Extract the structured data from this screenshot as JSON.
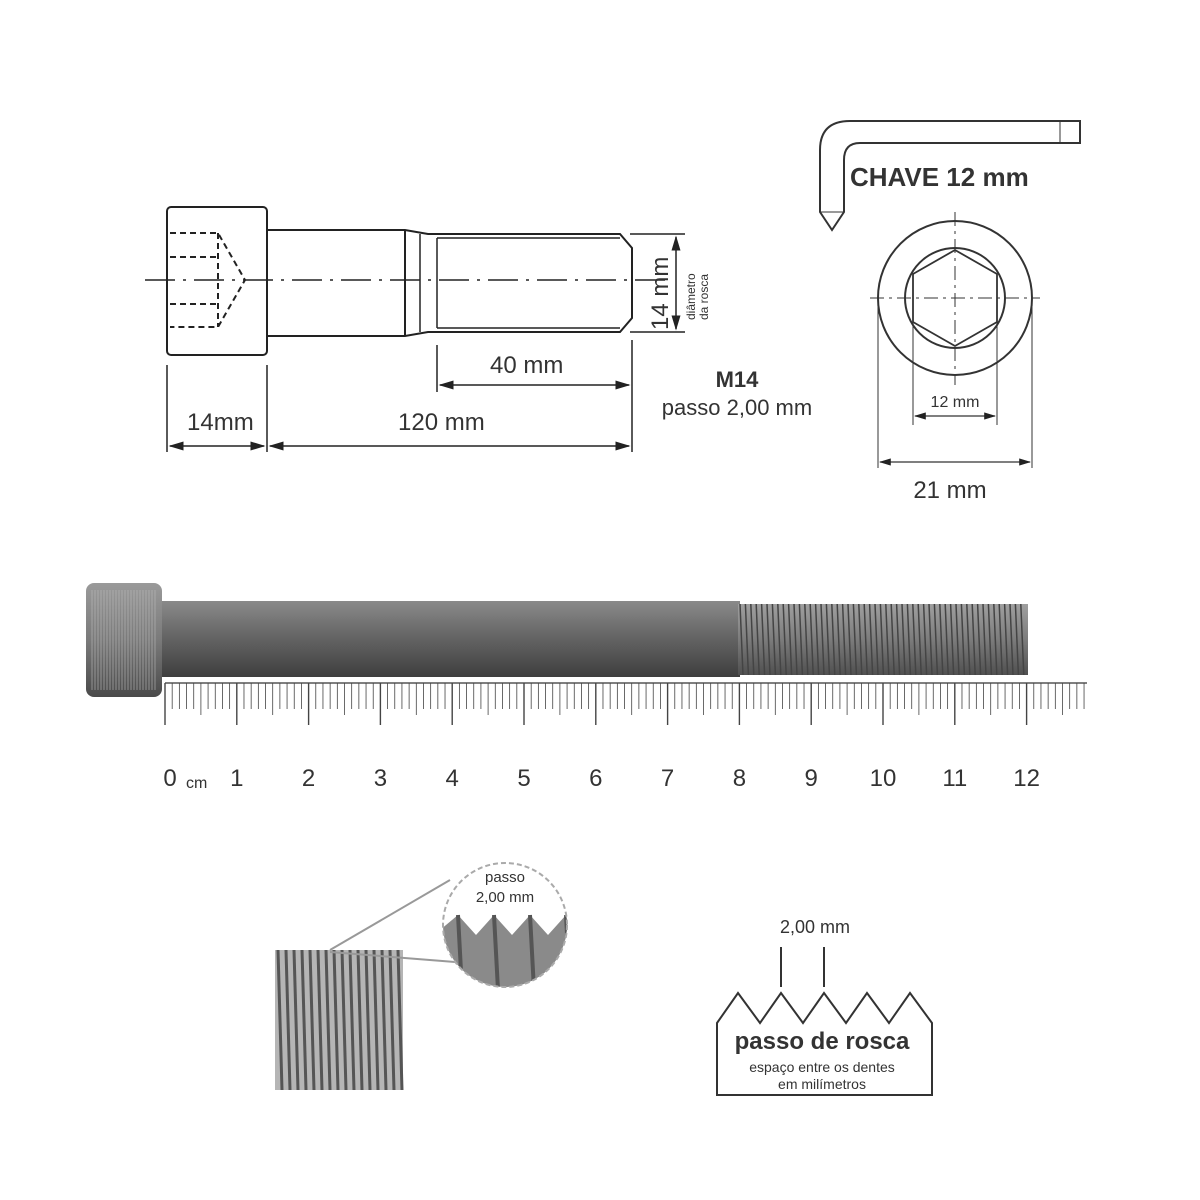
{
  "drawing": {
    "head_length": "14mm",
    "total_length": "120 mm",
    "thread_length": "40 mm",
    "diameter": "14 mm",
    "diameter_caption_1": "diâmetro",
    "diameter_caption_2": "da rosca",
    "spec_title": "M14",
    "spec_pitch": "passo 2,00 mm"
  },
  "key": {
    "title": "CHAVE 12 mm",
    "socket_size": "12 mm",
    "head_diameter": "21 mm"
  },
  "ruler": {
    "unit": "cm",
    "labels": [
      "0",
      "1",
      "2",
      "3",
      "4",
      "5",
      "6",
      "7",
      "8",
      "9",
      "10",
      "11",
      "12"
    ]
  },
  "detail": {
    "pitch_label_1": "passo",
    "pitch_label_2": "2,00 mm"
  },
  "explainer": {
    "measure": "2,00 mm",
    "title": "passo de rosca",
    "subtitle_1": "espaço entre os dentes",
    "subtitle_2": "em milímetros"
  }
}
